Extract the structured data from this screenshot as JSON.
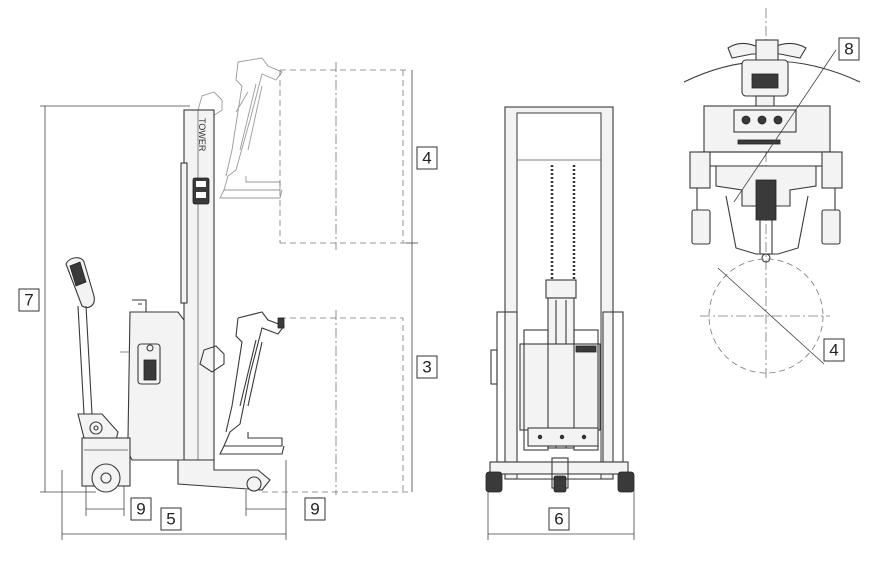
{
  "labels": {
    "overall_height": "7",
    "upper_lift": "4",
    "lower_lift": "3",
    "wheel_offset_left": "9",
    "base_length": "5",
    "wheel_offset_right": "9",
    "base_width": "6",
    "top_reach": "8",
    "drum_diameter": "4"
  },
  "brand_text": "TOWER"
}
